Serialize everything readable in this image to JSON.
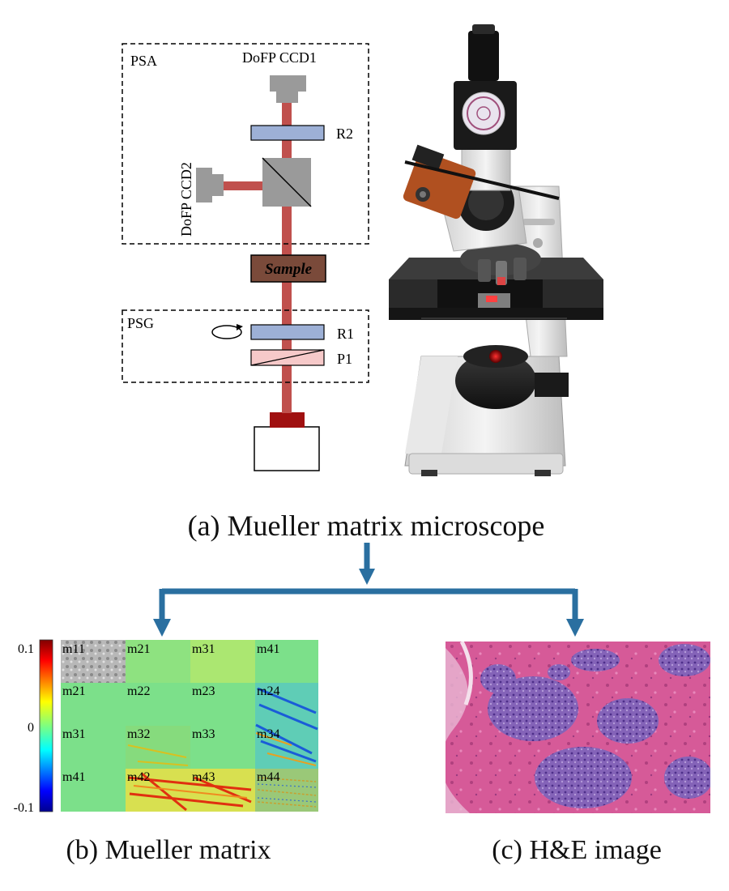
{
  "setup": {
    "psa_label": "PSA",
    "psg_label": "PSG",
    "ccd1_label": "DoFP CCD1",
    "ccd2_label": "DoFP CCD2",
    "r2_label": "R2",
    "r1_label": "R1",
    "p1_label": "P1",
    "sample_label": "Sample"
  },
  "captions": {
    "a": "(a) Mueller matrix microscope",
    "b": "(b) Mueller matrix",
    "c": "(c) H&E image"
  },
  "colorbar": {
    "max_label": "0.1",
    "mid_label": "0",
    "min_label": "-0.1"
  },
  "matrix_labels": [
    [
      "m11",
      "m21",
      "m31",
      "m41"
    ],
    [
      "m21",
      "m22",
      "m23",
      "m24"
    ],
    [
      "m31",
      "m32",
      "m33",
      "m34"
    ],
    [
      "m41",
      "m42",
      "m43",
      "m44"
    ]
  ],
  "colors": {
    "beam": "#c0504d",
    "waveplate": "#9db0d6",
    "polarizer": "#f6c9c9",
    "sample": "#7a4a3a",
    "ccd": "#9a9a9a",
    "arrow": "#2a6fa0",
    "laser": "#a01010",
    "matrix_bg": "#7ce08a",
    "he_pink": "#d85f9c",
    "he_purple": "#7b5ab0"
  }
}
